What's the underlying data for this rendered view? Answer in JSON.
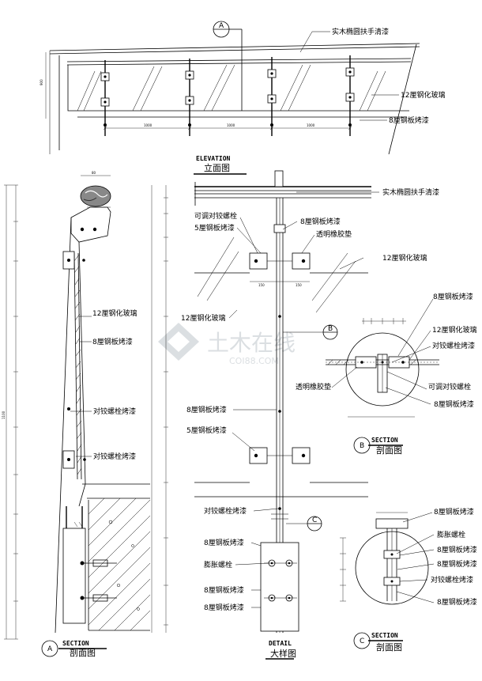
{
  "elevation": {
    "marker": "A",
    "title_en": "ELEVATION",
    "title_cn": "立面图",
    "labels": {
      "handrail": "实木椭圆扶手清漆",
      "glass": "12厘钢化玻璃",
      "steel_plate": "8厘钢板烤漆"
    }
  },
  "section_a": {
    "marker": "A",
    "title_en": "SECTION",
    "title_cn": "剖面图",
    "labels": {
      "glass": "12厘钢化玻璃",
      "steel_plate": "8厘钢板烤漆",
      "bolt1": "对铰螺栓烤漆",
      "bolt2": "对铰螺栓烤漆"
    }
  },
  "detail": {
    "marker": "C",
    "title_en": "DETAIL",
    "title_cn": "大样图",
    "labels": {
      "handrail": "实木椭圆扶手清漆",
      "adjustable_bolt": "可调对铰螺栓",
      "steel_top": "8厘钢板烤漆",
      "steel5_top": "5厘钢板烤漆",
      "rubber_pad": "透明橡胶垫",
      "glass_right": "12厘钢化玻璃",
      "glass_left": "12厘钢化玻璃",
      "steel_mid": "8厘钢板烤漆",
      "steel5_mid": "5厘钢板烤漆",
      "hinge_bolt": "对铰螺栓烤漆",
      "steel_low": "8厘钢板烤漆",
      "expansion": "膨胀螺栓",
      "steel_b1": "8厘钢板烤漆",
      "steel_b2": "8厘钢板烤漆"
    }
  },
  "section_b": {
    "marker": "B",
    "title_en": "SECTION",
    "title_cn": "剖面图",
    "labels": {
      "steel_top": "8厘钢板烤漆",
      "glass": "12厘钢化玻璃",
      "hinge_bolt": "对铰螺栓烤漆",
      "rubber_pad": "透明橡胶垫",
      "adjustable_bolt": "可调对铰螺栓",
      "steel_bottom": "8厘钢板烤漆"
    }
  },
  "section_c": {
    "marker": "C",
    "title_en": "SECTION",
    "title_cn": "剖面图",
    "labels": {
      "steel1": "8厘钢板烤漆",
      "expansion": "膨胀螺栓",
      "steel2": "8厘钢板烤漆",
      "steel3": "8厘钢板烤漆",
      "hinge_bolt": "对铰螺栓烤漆",
      "steel4": "8厘钢板烤漆"
    }
  },
  "watermark": {
    "main": "土木在线",
    "sub": "COI88.COM"
  }
}
